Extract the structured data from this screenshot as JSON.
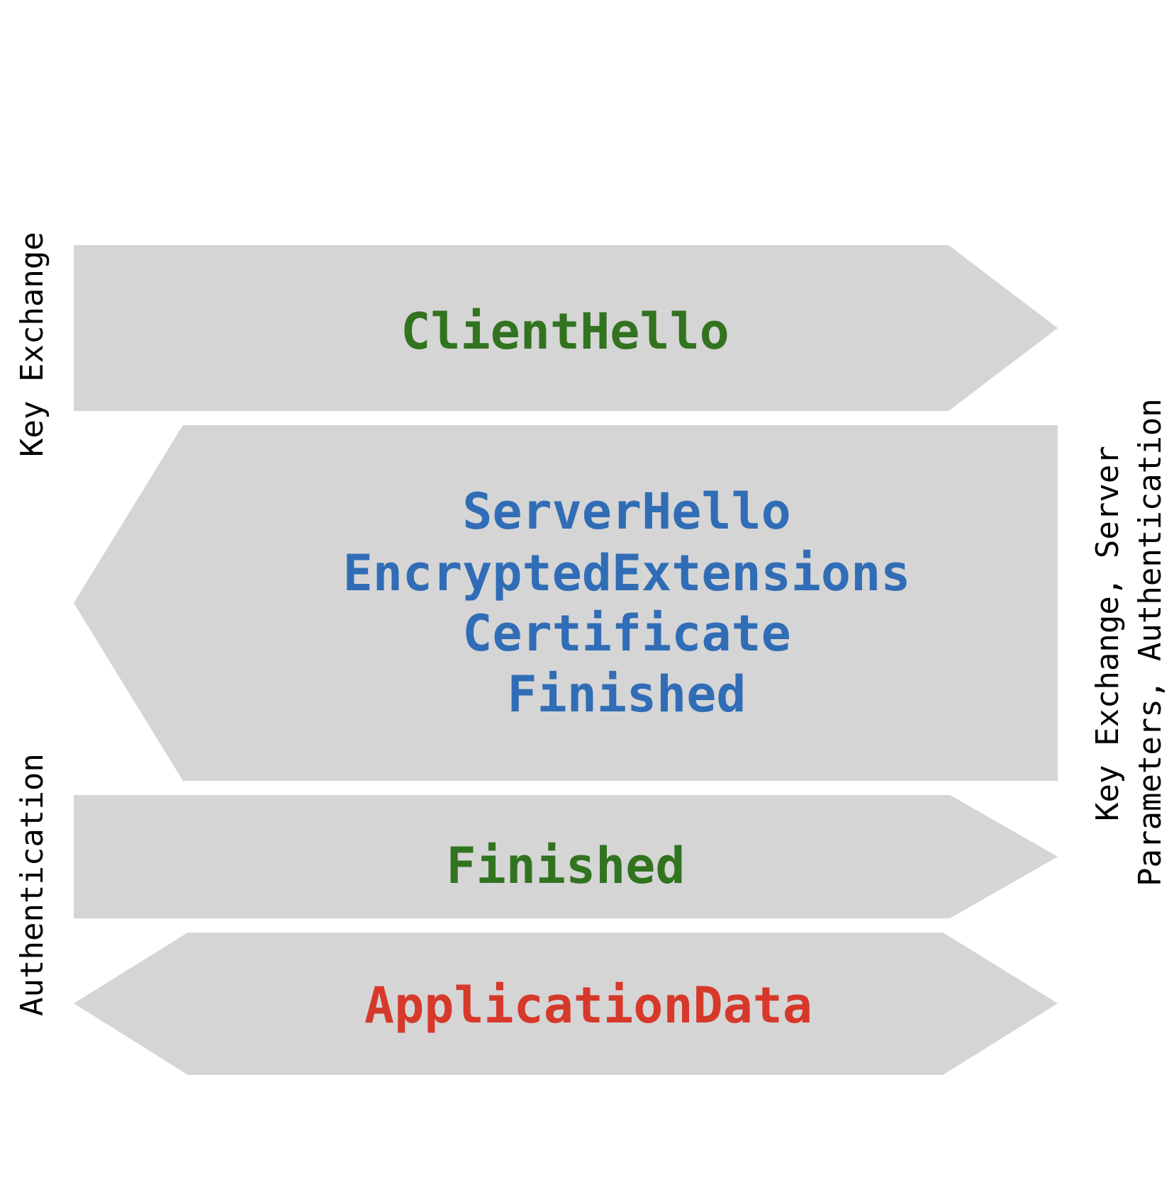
{
  "colors": {
    "shape_fill": "#d5d5d5",
    "client": "#32731f",
    "server": "#306db6",
    "appdata": "#d6392a",
    "label": "#000000"
  },
  "left_labels": {
    "top": "Key Exchange",
    "bottom": "Authentication"
  },
  "right_label": {
    "line1": "Key Exchange, Server",
    "line2": "Parameters, Authentication"
  },
  "messages": {
    "client_hello": "ClientHello",
    "server_flight": [
      "ServerHello",
      "EncryptedExtensions",
      "Certificate",
      "Finished"
    ],
    "client_finished": "Finished",
    "application_data": "ApplicationData"
  }
}
